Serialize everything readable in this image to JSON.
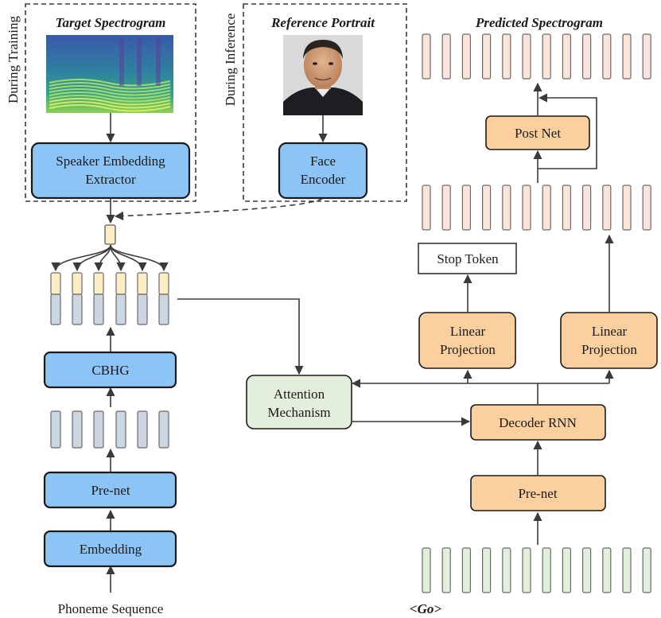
{
  "labels": {
    "target_spectrogram": "Target Spectrogram",
    "reference_portrait": "Reference Portrait",
    "predicted_spectrogram": "Predicted Spectrogram",
    "during_training": "During Training",
    "during_inference": "During Inference",
    "phoneme_sequence": "Phoneme Sequence",
    "go_token": "<Go>"
  },
  "boxes": {
    "speaker_embedding_extractor": [
      "Speaker Embedding",
      "Extractor"
    ],
    "face_encoder": [
      "Face",
      "Encoder"
    ],
    "cbhg": "CBHG",
    "encoder_prenet": "Pre-net",
    "embedding": "Embedding",
    "attention": [
      "Attention",
      "Mechanism"
    ],
    "decoder_rnn": "Decoder RNN",
    "decoder_prenet": "Pre-net",
    "post_net": "Post Net",
    "stop_token": "Stop Token",
    "linear_projection_left": [
      "Linear",
      "Projection"
    ],
    "linear_projection_right": [
      "Linear",
      "Projection"
    ]
  },
  "colors": {
    "blue_box": "#8cc4f5",
    "orange_box": "#fbcf9e",
    "green_box": "#e3efdc",
    "yellow_cell": "#fcedc3",
    "gray_cell": "#cbd6e2",
    "pink_cell": "#fbe5da",
    "green_cell": "#e2efdb"
  }
}
